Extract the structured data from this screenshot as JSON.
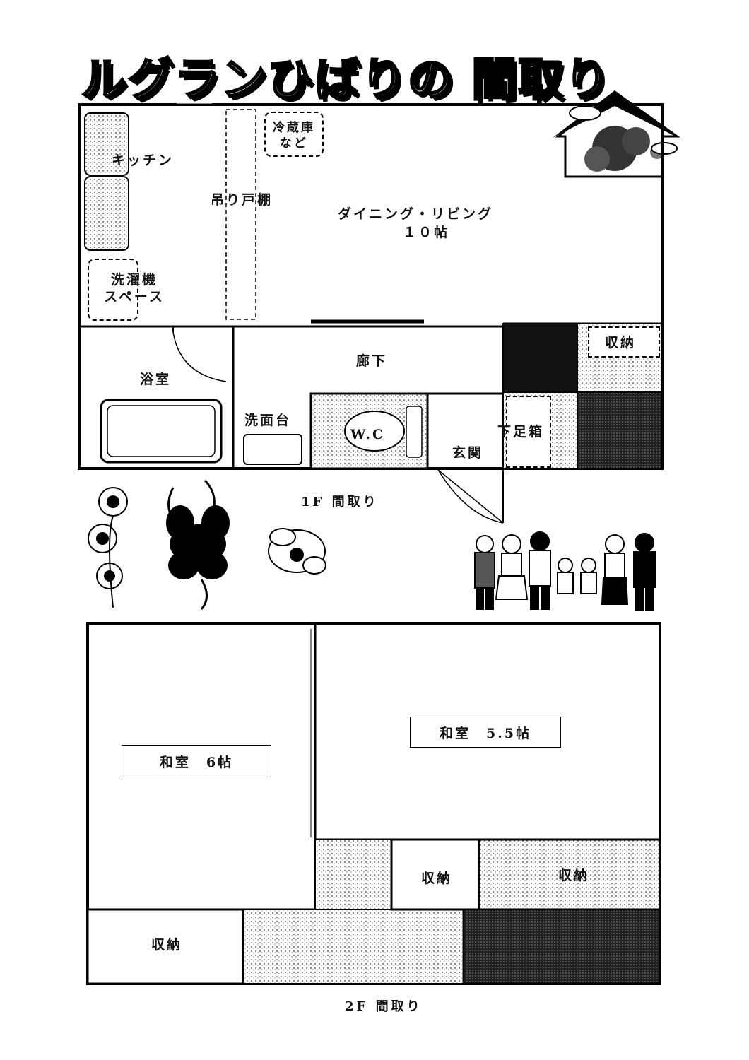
{
  "title": "ルグランひばりの 間取り",
  "floor1": {
    "caption": "1F 間取り",
    "rooms": {
      "kitchen": "キッチン",
      "fridge": "冷蔵庫\nなど",
      "hanging_cabinet": "吊り戸棚",
      "dining_living": "ダイニング・リビング",
      "dining_living_size": "１０帖",
      "washer": "洗濯機\nスペース",
      "corridor": "廊下",
      "storage": "収納",
      "bath": "浴室",
      "washbasin": "洗面台",
      "wc": "W.C",
      "shoe_box": "下足箱",
      "entrance": "玄関"
    }
  },
  "floor2": {
    "caption": "2F 間取り",
    "rooms": {
      "washitsu6": "和室　6帖",
      "washitsu55": "和室　5.5帖",
      "storage_mid": "収納",
      "storage_right": "収納",
      "storage_bottom": "収納"
    }
  },
  "icons": [
    "house-icon",
    "flower-icon",
    "family-icon"
  ]
}
